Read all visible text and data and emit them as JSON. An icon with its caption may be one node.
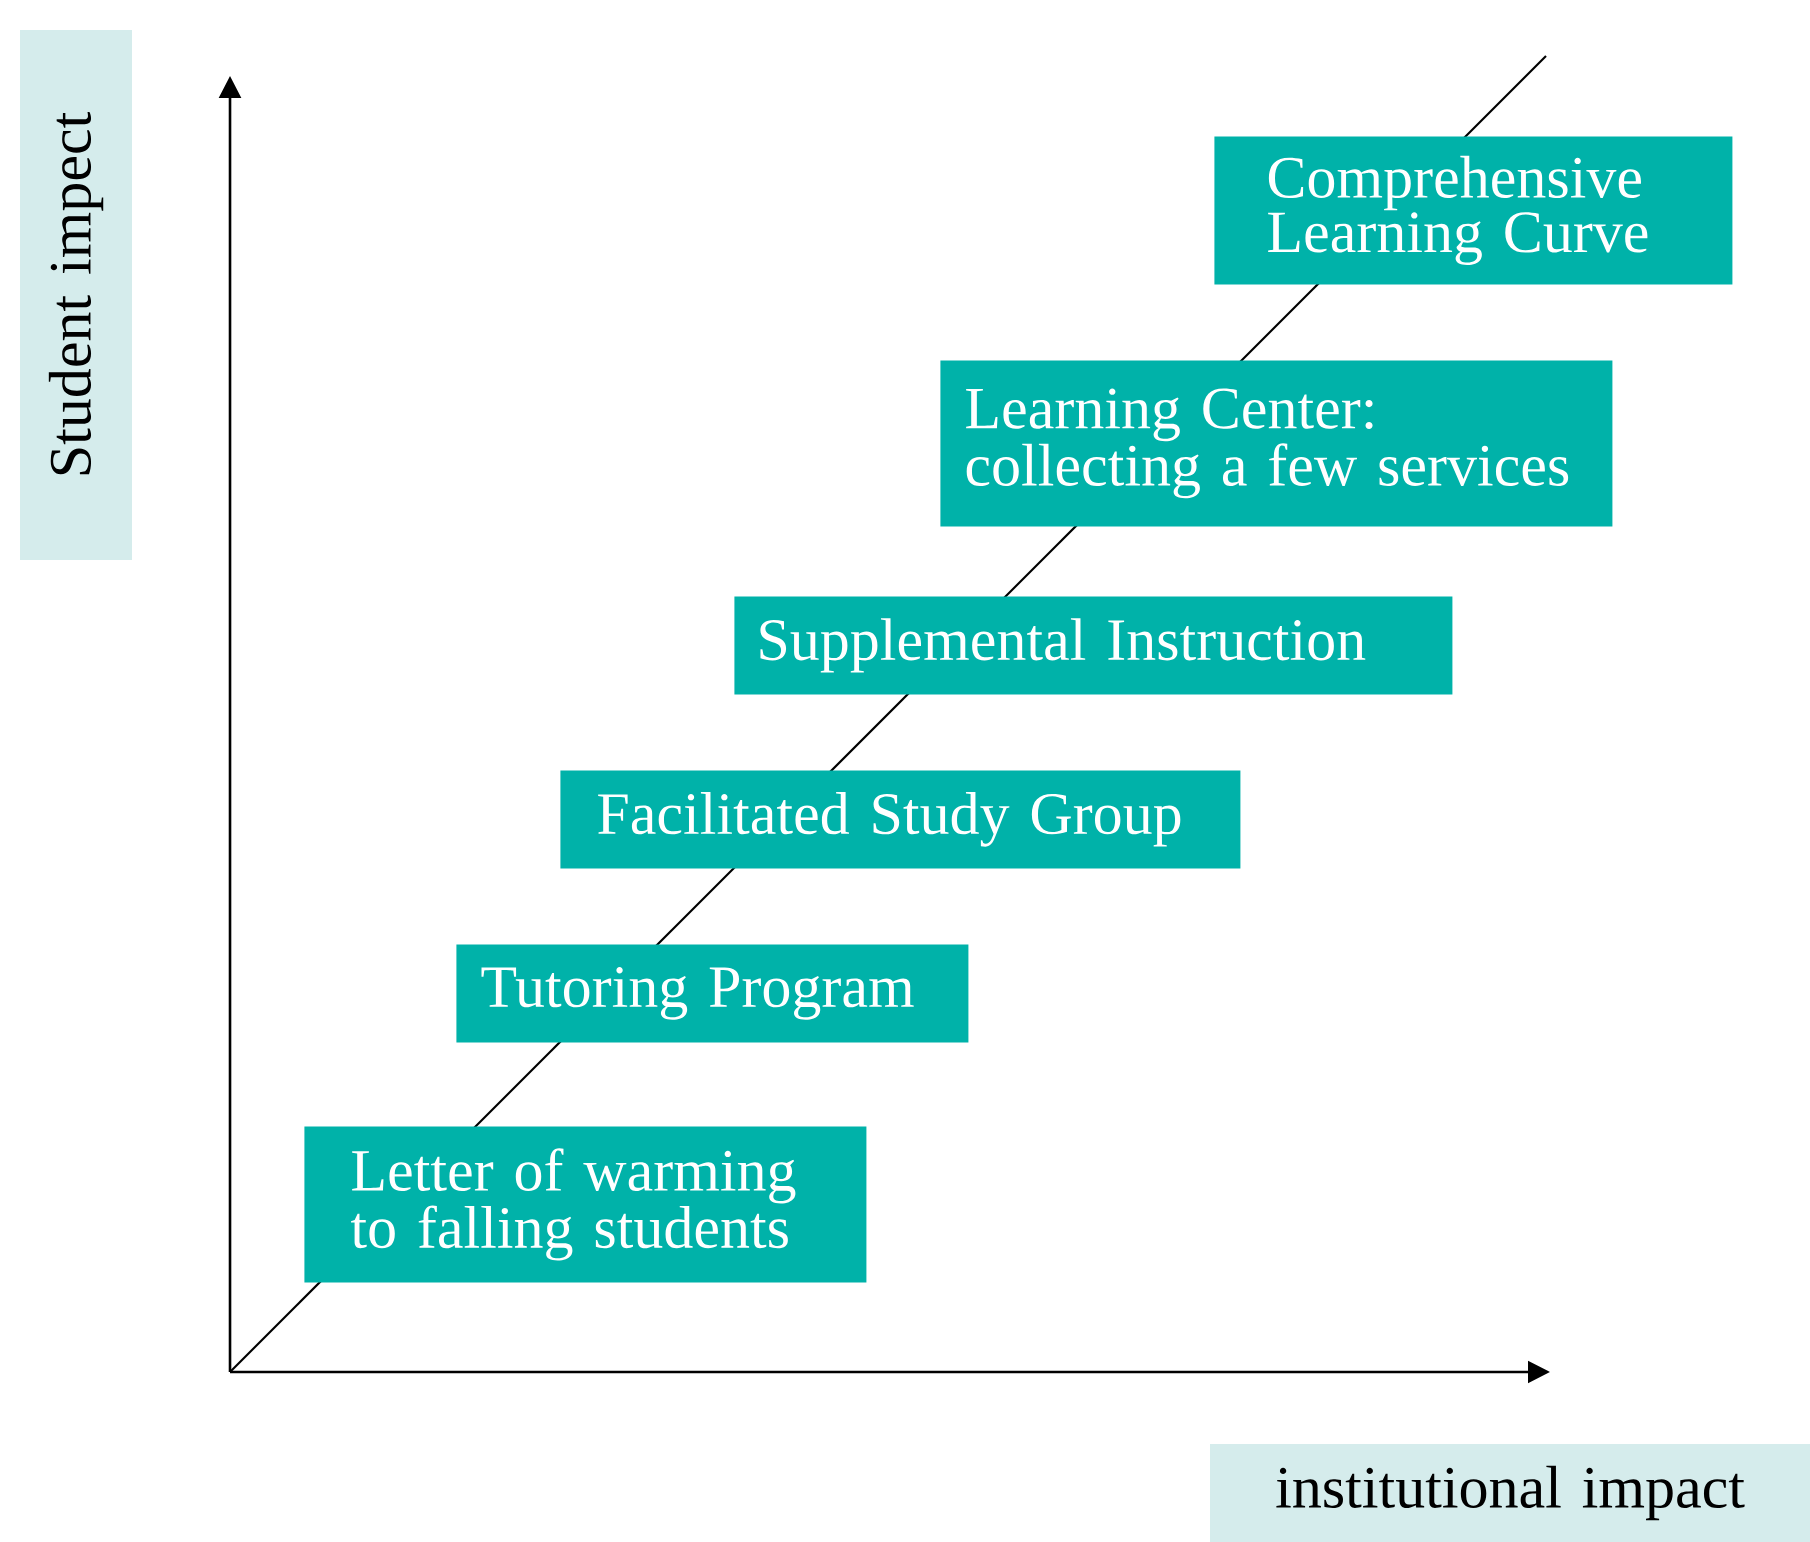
{
  "diagram": {
    "nodes": [
      {
        "text": [
          "Student impect"
        ]
      },
      {
        "text": [
          "institutional impact"
        ]
      },
      {
        "text": [
          "Comprehensive Learning Curve"
        ]
      },
      {
        "text": [
          "Learning Center: collecting a few services"
        ]
      },
      {
        "text": [
          "Supplemental Instruction"
        ]
      },
      {
        "text": [
          "Facilitated Study Group"
        ]
      },
      {
        "text": [
          "Tutoring Program"
        ]
      },
      {
        "text": [
          "Letter of warming to falling students"
        ]
      }
    ]
  }
}
